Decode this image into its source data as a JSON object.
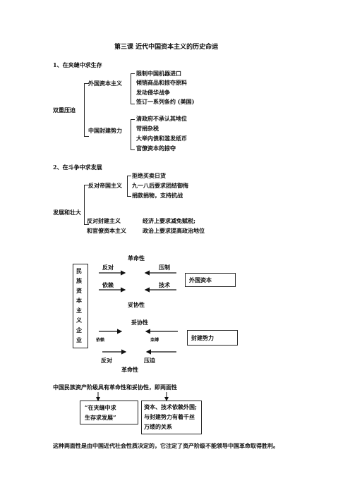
{
  "title": "第三课   近代中国资本主义的历史命运",
  "section1": {
    "heading": "1、在夹缝中求生存",
    "root": "双重压迫",
    "foreign": {
      "label": "外国资本主义",
      "items": [
        "限制中国机器进口",
        "倾销商品和掠夺原料",
        "发动侵华战争",
        "签订一系列条约 (美国)"
      ]
    },
    "feudal": {
      "label": "中国封建势力",
      "items": [
        "清政府不承认其地位",
        "苛捐杂税",
        "大举内债和滥发纸币",
        "官僚资本的掠夺"
      ]
    }
  },
  "section2": {
    "heading": "2、在斗争中求发展",
    "root": "发展和壮大",
    "anti_imperial": {
      "label": "反对帝国主义",
      "items": [
        "拒绝买卖日货",
        "九一八后要求团结御侮",
        "捐款捐物，支持抗战"
      ]
    },
    "anti_feudal_line1": "反对封建主义",
    "anti_feudal_note1": "经济上要求减免赋税;",
    "anti_feudal_line2": "和官僚资本主义",
    "anti_feudal_note2": "政治上要求提高政治地位"
  },
  "diagram": {
    "left_box": [
      "民",
      "族",
      "资",
      "本",
      "主",
      "义",
      "企",
      "业"
    ],
    "top_label": "革命性",
    "oppose": "反对",
    "oppress": "压制",
    "depend": "依赖",
    "tech": "技术",
    "compromise1": "妥协性",
    "foreign_box": "外国资本",
    "compromise2": "妥协性",
    "depend2": "依赖",
    "bind": "束缚",
    "feudal_box": "封建势力",
    "oppose2": "反对",
    "oppress2": "压迫",
    "bottom_label": "革命性"
  },
  "summary": "中国民族资产阶级具有革命性和妥协性，即两面性",
  "box_left": [
    "“在夹缝中求",
    "生存求发展”"
  ],
  "box_right": [
    "资本、技术依赖外国;",
    "与封建势力有着千丝",
    "万缕的关系"
  ],
  "conclusion": "这种两面性是由中国近代社会性质决定的，它注定了资产阶级不能领导中国革命取得胜利。"
}
